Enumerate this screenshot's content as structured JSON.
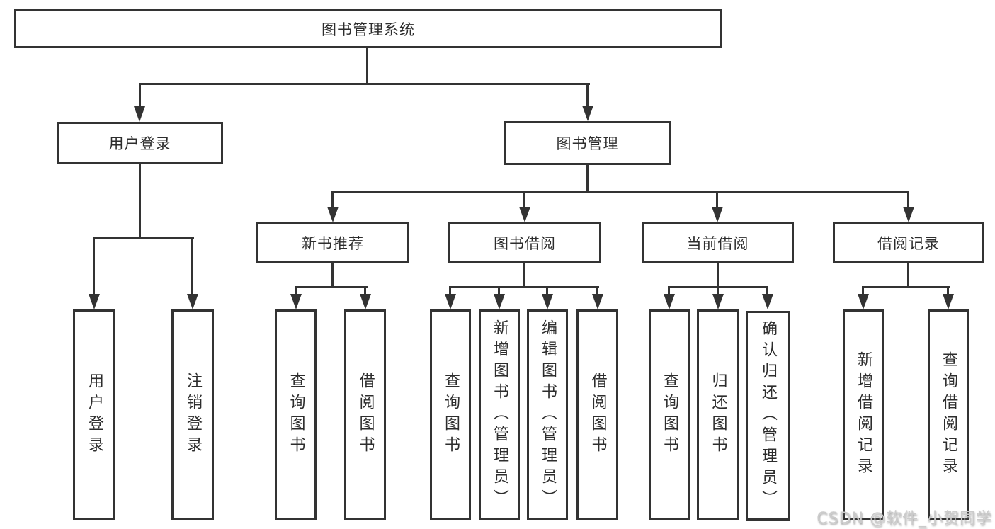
{
  "diagram_title": "图书管理系统",
  "tree": {
    "root": {
      "label": "图书管理系统"
    },
    "branches": [
      {
        "label": "用户登录",
        "children": [
          {
            "label": "用户登录"
          },
          {
            "label": "注销登录"
          }
        ]
      },
      {
        "label": "图书管理",
        "children": [
          {
            "label": "新书推荐",
            "children": [
              {
                "label": "查询图书"
              },
              {
                "label": "借阅图书"
              }
            ]
          },
          {
            "label": "图书借阅",
            "children": [
              {
                "label": "查询图书"
              },
              {
                "label": "新增图书（管理员）"
              },
              {
                "label": "编辑图书（管理员）"
              },
              {
                "label": "借阅图书"
              }
            ]
          },
          {
            "label": "当前借阅",
            "children": [
              {
                "label": "查询图书"
              },
              {
                "label": "归还图书"
              },
              {
                "label": "确认归还（管理员）"
              }
            ]
          },
          {
            "label": "借阅记录",
            "children": [
              {
                "label": "新增借阅记录"
              },
              {
                "label": "查询借阅记录"
              }
            ]
          }
        ]
      }
    ]
  },
  "watermark": {
    "text": "CSDN @软件_小贺同学"
  },
  "colors": {
    "line": "#333333",
    "box_border": "#333333",
    "box_background": "#ffffff",
    "text": "#2d2d2d",
    "watermark": "#cbcbcb",
    "page_background": "#ffffff"
  }
}
